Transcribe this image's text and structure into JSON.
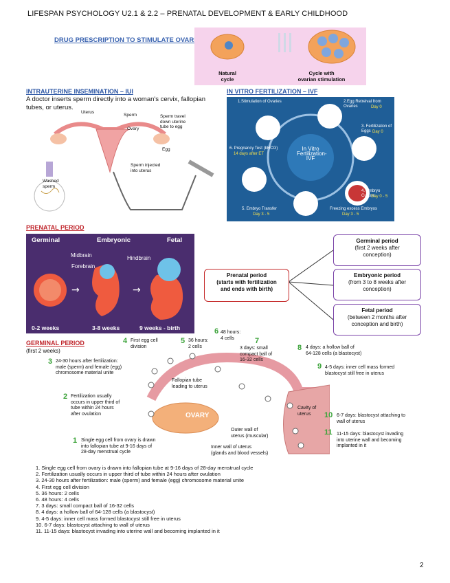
{
  "header": "LIFESPAN PSYCHOLOGY U2.1 & 2.2 – PRENATAL DEVELOPMENT & EARLY CHILDHOOD",
  "page_number": "2",
  "drug": {
    "title": "DRUG PRESCRIPTION TO STIMULATE OVARIES",
    "natural_line1": "Natural",
    "natural_line2": "cycle",
    "stim_line1": "Cycle with",
    "stim_line2": "ovarian stimulation"
  },
  "iui": {
    "title": "INTRAUTERINE INSEMINATION – IUI",
    "desc": "A doctor inserts sperm directly into a woman's cervix, fallopian tubes, or uterus.",
    "labels": {
      "uterus": "Uterus",
      "sperm": "Sperm",
      "ovary": "Ovary",
      "egg": "Egg",
      "travel1": "Sperm travel",
      "travel2": "down uterine",
      "travel3": "tube to egg",
      "injected1": "Sperm injected",
      "injected2": "into uterus",
      "washed1": "Washed",
      "washed2": "sperm"
    }
  },
  "ivf": {
    "title": "IN VITRO FERTILIZATION – IVF",
    "center1": "In Vitro",
    "center2": "Fertilization-",
    "center3": "IVF",
    "s1": "1.Stimulation of Ovaries",
    "s2": "2.Egg Retreival from Ovaries",
    "s2d": "Day 0",
    "s3": "3. Fertilization of Eggs",
    "s3d": "Day 0",
    "s4": "4. Embryo Culture",
    "s4d": "Day 0 - 5",
    "s5": "5. Embryo Transfer",
    "s5d": "Day 3 - 5",
    "s6": "6. Pregnancy Test (bHCG)",
    "s6d": "14 days after ET",
    "s7": "Freezing excess Embryos",
    "s7d": "Day 3 - 5"
  },
  "prenatal": {
    "title": "PRENATAL PERIOD",
    "germinal": "Germinal",
    "embryonic": "Embryonic",
    "fetal": "Fetal",
    "midbrain": "Midbrain",
    "forebrain": "Forebrain",
    "hindbrain": "Hindbrain",
    "w1": "0-2 weeks",
    "w2": "3-8 weeks",
    "w3": "9 weeks - birth",
    "center1": "Prenatal period",
    "center2": "(starts with fertilization",
    "center3": "and ends with birth)",
    "gp_title": "Germinal period",
    "gp1": "(first 2 weeks after",
    "gp2": "conception)",
    "ep_title": "Embryonic period",
    "ep1": "(from 3 to 8 weeks after",
    "ep2": "conception)",
    "fp_title": "Fetal period",
    "fp1": "(between 2 months after",
    "fp2": "conception and birth)"
  },
  "germinal": {
    "title": "GERMINAL PERIOD",
    "subtitle": "(first 2 weeks)",
    "ovary": "OVARY",
    "tube1": "Fallopian tube",
    "tube2": "leading to uterus",
    "cavity1": "Cavity of",
    "cavity2": "uterus",
    "outer1": "Outer wall of",
    "outer2": "uterus (muscular)",
    "inner1": "Inner wall of uterus",
    "inner2": "(glands and blood vessels)",
    "n1": "1",
    "t1a": "Single egg cell from ovary is drawn",
    "t1b": "into fallopian tube at 9-16 days of",
    "t1c": "28-day menstrual cycle",
    "n2": "2",
    "t2a": "Fertilization usually",
    "t2b": "occurs in upper third of",
    "t2c": "tube within 24 hours",
    "t2d": "after ovulation",
    "n3": "3",
    "t3a": "24-30 hours after fertilization:",
    "t3b": "male (sperm) and female (egg)",
    "t3c": "chromosome material unite",
    "n4": "4",
    "t4a": "First egg cell",
    "t4b": "division",
    "n5": "5",
    "t5a": "36 hours:",
    "t5b": "2 cells",
    "n6": "6",
    "t6a": "48 hours:",
    "t6b": "4 cells",
    "n7": "7",
    "t7a": "3 days: small",
    "t7b": "compact ball of",
    "t7c": "16-32 cells",
    "n8": "8",
    "t8a": "4 days: a hollow ball of",
    "t8b": "64-128 cells (a blastocyst)",
    "n9": "9",
    "t9a": "4-5 days: inner cell mass formed",
    "t9b": "blastocyst still free in uterus",
    "n10": "10",
    "t10a": "6-7 days: blastocyst attaching to",
    "t10b": "wall of uterus",
    "n11": "11",
    "t11a": "11-15 days: blastocyst invading",
    "t11b": "into uterine wall and becoming",
    "t11c": "implanted in it"
  },
  "list": [
    "1.   Single egg cell from ovary is drawn into fallopian tube at 9-16 days of 28-day menstrual cycle",
    "2.   Fertilization usually occurs in upper third of tube within 24 hours after ovulation",
    "3.   24-30 hours after fertilization: male (sperm) and female (egg) chromosome material unite",
    "4.   First egg cell division",
    "5.   36 hours: 2 cells",
    "6.   48 hours: 4 cells",
    "7.   3 days: small compact ball of 16-32 cells",
    "8.   4 days: a hollow ball of 64-128 cells (a blastocyst)",
    "9.   4-5 days: inner cell mass formed blastocyst still free in uterus",
    "10. 6-7 days: blastocyst attaching to wall of uterus",
    "11. 11-15 days: blastocyst invading into uterine wall and becoming implanted in it"
  ]
}
